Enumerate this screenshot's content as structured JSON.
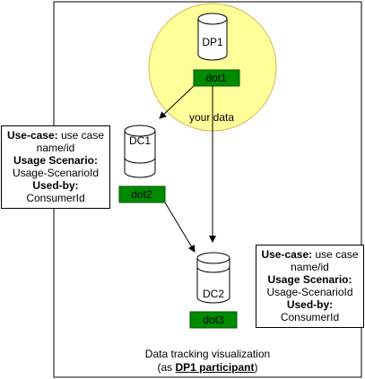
{
  "colors": {
    "circle_fill": "#ffff99",
    "circle_stroke": "#d6b656",
    "label_fill": "#008a00",
    "label_stroke": "#005700",
    "line": "#000000"
  },
  "circle": {
    "label": "your data"
  },
  "nodes": {
    "dp1": {
      "name": "DP1",
      "tag": "dot1"
    },
    "dc1": {
      "name": "DC1",
      "tag": "dot2"
    },
    "dc2": {
      "name": "DC2",
      "tag": "dot3"
    }
  },
  "notes": {
    "left": {
      "usecase_label": "Use-case:",
      "usecase_value": " use case name/id",
      "scenario_label": "Usage Scenario:",
      "scenario_value": "Usage-ScenarioId",
      "usedby_label": "Used-by:",
      "usedby_value": "ConsumerId"
    },
    "right": {
      "usecase_label": "Use-case:",
      "usecase_value": " use case name/id",
      "scenario_label": "Usage Scenario:",
      "scenario_value": "Usage-ScenarioId",
      "usedby_label": "Used-by:",
      "usedby_value": "ConsumerId"
    }
  },
  "caption": {
    "line1": "Data tracking visualization",
    "line2_prefix": "(as ",
    "line2_emph": "DP1 participant",
    "line2_suffix": ")"
  }
}
